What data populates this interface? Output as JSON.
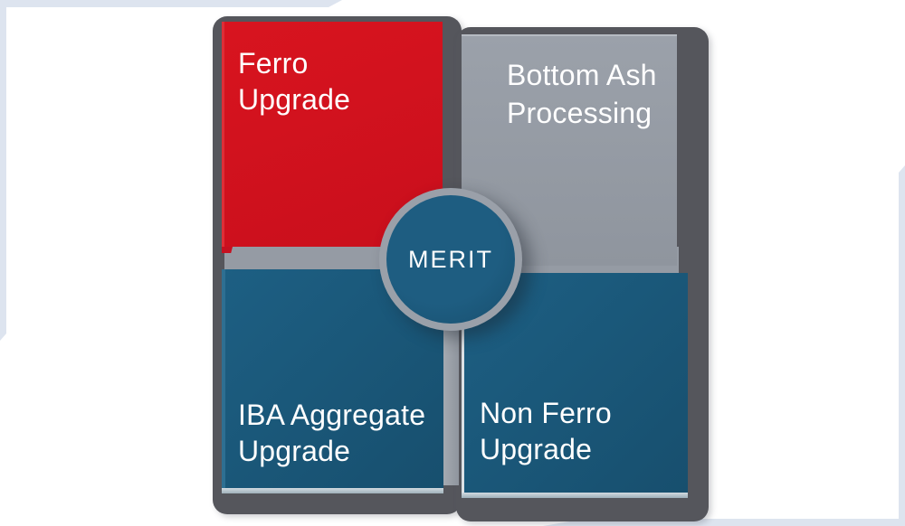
{
  "center": {
    "label": "MERIT"
  },
  "quadrants": [
    {
      "id": "ferro-upgrade",
      "line1": "Ferro",
      "line2": "Upgrade",
      "color": "#d5131e"
    },
    {
      "id": "bottom-ash-processing",
      "line1": "Bottom Ash",
      "line2": "Processing",
      "color": "#949aa3"
    },
    {
      "id": "iba-aggregate-upgrade",
      "line1": "IBA Aggregate",
      "line2": "Upgrade",
      "color": "#1b587a"
    },
    {
      "id": "non-ferro-upgrade",
      "line1": "Non Ferro",
      "line2": "Upgrade",
      "color": "#1b587a"
    }
  ],
  "colors": {
    "red": "#d5131e",
    "gray_square": "#949aa3",
    "blue": "#1b587a",
    "backing_plate": "#55565c",
    "ring": "#9aa0a9",
    "ribbon": "#dde4ef",
    "text": "#ffffff"
  }
}
